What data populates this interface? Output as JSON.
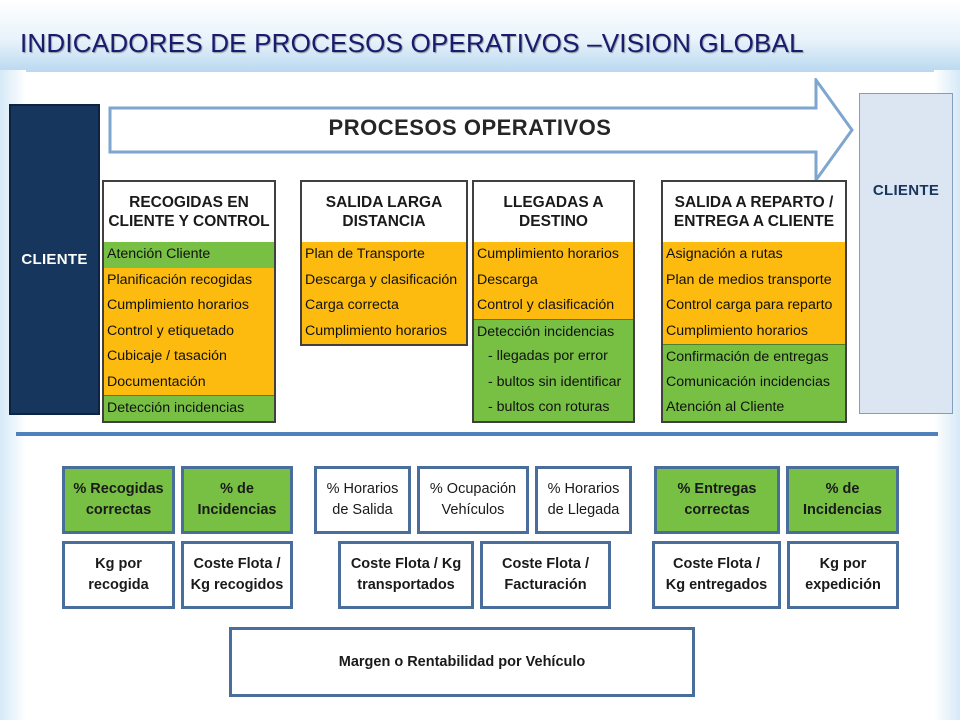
{
  "title": "INDICADORES DE PROCESOS OPERATIVOS –VISION GLOBAL",
  "clients": {
    "left": "CLIENTE",
    "right": "CLIENTE"
  },
  "arrow_label": "PROCESOS  OPERATIVOS",
  "colors": {
    "green": "#77c043",
    "orange": "#fdbb10",
    "navy": "#17365d",
    "separator": "#4f81bd",
    "kpi_border": "#4a6e9b"
  },
  "processes": [
    {
      "header": "RECOGIDAS EN\nCLIENTE Y CONTROL",
      "items": [
        {
          "text": "Atención Cliente",
          "color": "green"
        },
        {
          "text": "Planificación recogidas",
          "color": "orange"
        },
        {
          "text": "Cumplimiento horarios",
          "color": "orange"
        },
        {
          "text": "Control y etiquetado",
          "color": "orange"
        },
        {
          "text": "Cubicaje / tasación",
          "color": "orange"
        },
        {
          "text": "Documentación",
          "color": "orange"
        },
        {
          "text": "Detección incidencias",
          "color": "green"
        }
      ]
    },
    {
      "header": "SALIDA LARGA\nDISTANCIA",
      "items": [
        {
          "text": "Plan de Transporte",
          "color": "orange"
        },
        {
          "text": "Descarga y clasificación",
          "color": "orange"
        },
        {
          "text": "Carga correcta",
          "color": "orange"
        },
        {
          "text": "Cumplimiento horarios",
          "color": "orange"
        }
      ]
    },
    {
      "header": "LLEGADAS  A\nDESTINO",
      "items": [
        {
          "text": "Cumplimiento horarios",
          "color": "orange"
        },
        {
          "text": "Descarga",
          "color": "orange"
        },
        {
          "text": "Control y clasificación",
          "color": "orange"
        },
        {
          "text": "Detección  incidencias",
          "color": "green"
        },
        {
          "text": "- llegadas por error",
          "color": "green",
          "sub": true
        },
        {
          "text": "- bultos sin identificar",
          "color": "green",
          "sub": true
        },
        {
          "text": "- bultos con roturas",
          "color": "green",
          "sub": true
        }
      ]
    },
    {
      "header": "SALIDA A REPARTO /\nENTREGA A CLIENTE",
      "items": [
        {
          "text": "Asignación a rutas",
          "color": "orange"
        },
        {
          "text": "Plan de medios transporte",
          "color": "orange"
        },
        {
          "text": "Control carga para reparto",
          "color": "orange"
        },
        {
          "text": "Cumplimiento horarios",
          "color": "orange"
        },
        {
          "text": "Confirmación de entregas",
          "color": "green"
        },
        {
          "text": "Comunicación incidencias",
          "color": "green"
        },
        {
          "text": "Atención al Cliente",
          "color": "green"
        }
      ]
    }
  ],
  "kpis": {
    "row1": [
      {
        "text": "% Recogidas\ncorrectas",
        "style": "green-bold"
      },
      {
        "text": "% de\nIncidencias",
        "style": "green-bold"
      },
      {
        "text": "% Horarios\nde Salida",
        "style": "white-light"
      },
      {
        "text": "% Ocupación\nVehículos",
        "style": "white-light"
      },
      {
        "text": "% Horarios\nde Llegada",
        "style": "white-light"
      },
      {
        "text": "% Entregas\ncorrectas",
        "style": "green-bold"
      },
      {
        "text": "% de\nIncidencias",
        "style": "green-bold"
      }
    ],
    "row2": [
      {
        "text": "Kg por\nrecogida",
        "style": "white-bold"
      },
      {
        "text": "Coste Flota /\nKg recogidos",
        "style": "white-bold"
      },
      {
        "text": "Coste Flota / Kg\ntransportados",
        "style": "white-bold"
      },
      {
        "text": "Coste Flota /\nFacturación",
        "style": "white-bold"
      },
      {
        "text": "Coste Flota /\nKg entregados",
        "style": "white-bold"
      },
      {
        "text": "Kg por\nexpedición",
        "style": "white-bold"
      }
    ],
    "bottom": {
      "text": "Margen o Rentabilidad por Vehículo",
      "style": "white-bold"
    }
  }
}
